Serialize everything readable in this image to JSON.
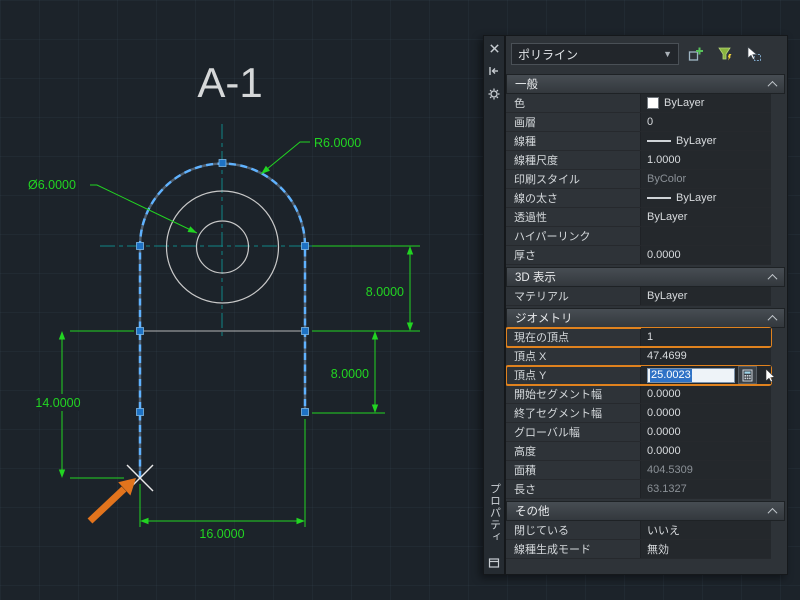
{
  "canvas": {
    "title": "A-1",
    "dimensions": {
      "radius_label": "R6.0000",
      "diameter_label": "Ø6.0000",
      "right_upper_label": "8.0000",
      "right_lower_label": "8.0000",
      "left_label": "14.0000",
      "bottom_label": "16.0000"
    },
    "colors": {
      "background": "#1c232a",
      "dimension_green": "#22d422",
      "centerline_teal": "#108585",
      "selected_polyline_blue": "#5fb2ff",
      "grip_blue": "#1e72c4",
      "callout_arrow_orange": "#e2741d"
    }
  },
  "palette": {
    "title": "プロパティ",
    "object_selector": "ポリライン",
    "highlight_color": "#e0821e",
    "selection_color": "#2f72c6",
    "icons": {
      "close": "close-icon",
      "auto_hide": "auto-hide-icon",
      "settings": "gear-icon",
      "pickadd": "pickadd-toggle-icon",
      "quick_select": "quick-select-icon",
      "select_objects": "select-objects-icon",
      "calculator": "calculator-icon",
      "panel": "panel-icon"
    },
    "sections": [
      {
        "label": "一般",
        "rows": [
          {
            "label": "色",
            "value": "ByLayer",
            "swatch": "color"
          },
          {
            "label": "画層",
            "value": "0"
          },
          {
            "label": "線種",
            "value": "ByLayer",
            "swatch": "line"
          },
          {
            "label": "線種尺度",
            "value": "1.0000"
          },
          {
            "label": "印刷スタイル",
            "value": "ByColor",
            "muted": true
          },
          {
            "label": "線の太さ",
            "value": "ByLayer",
            "swatch": "line"
          },
          {
            "label": "透過性",
            "value": "ByLayer"
          },
          {
            "label": "ハイパーリンク",
            "value": ""
          },
          {
            "label": "厚さ",
            "value": "0.0000"
          }
        ]
      },
      {
        "label": "3D 表示",
        "rows": [
          {
            "label": "マテリアル",
            "value": "ByLayer"
          }
        ]
      },
      {
        "label": "ジオメトリ",
        "rows": [
          {
            "label": "現在の頂点",
            "value": "1",
            "highlight": true
          },
          {
            "label": "頂点 X",
            "value": "47.4699"
          },
          {
            "label": "頂点 Y",
            "value": "25.0023",
            "highlight": true,
            "editing": true
          },
          {
            "label": "開始セグメント幅",
            "value": "0.0000"
          },
          {
            "label": "終了セグメント幅",
            "value": "0.0000"
          },
          {
            "label": "グローバル幅",
            "value": "0.0000"
          },
          {
            "label": "高度",
            "value": "0.0000"
          },
          {
            "label": "面積",
            "value": "404.5309",
            "muted": true
          },
          {
            "label": "長さ",
            "value": "63.1327",
            "muted": true
          }
        ]
      },
      {
        "label": "その他",
        "rows": [
          {
            "label": "閉じている",
            "value": "いいえ"
          },
          {
            "label": "線種生成モード",
            "value": "無効"
          }
        ]
      }
    ]
  }
}
